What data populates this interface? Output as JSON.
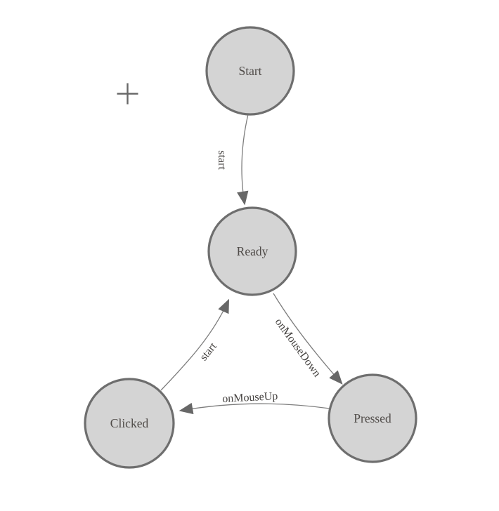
{
  "diagram": {
    "type": "state-machine",
    "colors": {
      "background": "#ffffff",
      "node_fill": "#d4d4d4",
      "node_stroke": "#6e6e6e",
      "edge_line": "#7d7d7d",
      "arrow_fill": "#676767",
      "node_text": "#4f4b48",
      "edge_text": "#454240",
      "plus": "#696969"
    },
    "icons": {
      "plus": "plus-icon"
    },
    "nodes": [
      {
        "id": "start",
        "label": "Start"
      },
      {
        "id": "ready",
        "label": "Ready"
      },
      {
        "id": "clicked",
        "label": "Clicked"
      },
      {
        "id": "pressed",
        "label": "Pressed"
      }
    ],
    "edges": [
      {
        "id": "start-to-ready",
        "from": "Start",
        "to": "Ready",
        "label": "start"
      },
      {
        "id": "clicked-to-ready",
        "from": "Clicked",
        "to": "Ready",
        "label": "start"
      },
      {
        "id": "ready-to-pressed",
        "from": "Ready",
        "to": "Pressed",
        "label": "onMouseDown"
      },
      {
        "id": "pressed-to-clicked",
        "from": "Pressed",
        "to": "Clicked",
        "label": "onMouseUp"
      }
    ]
  }
}
